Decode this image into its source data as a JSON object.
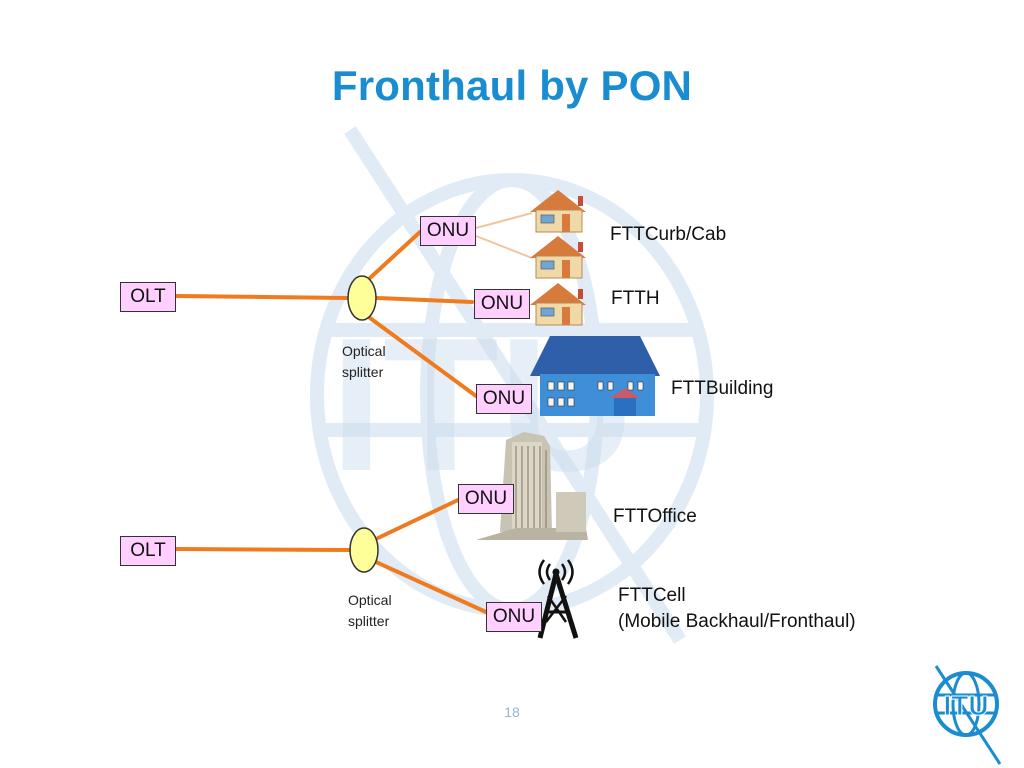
{
  "title": "Fronthaul by PON",
  "nodes": {
    "olt_top": "OLT",
    "olt_bottom": "OLT",
    "onu_curb": "ONU",
    "onu_home": "ONU",
    "onu_building": "ONU",
    "onu_office": "ONU",
    "onu_cell": "ONU"
  },
  "splitters": {
    "top": [
      "Optical",
      "splitter"
    ],
    "bottom": [
      "Optical",
      "splitter"
    ]
  },
  "labels": {
    "fttcurb": "FTTCurb/Cab",
    "ftth": "FTTH",
    "fttbuilding": "FTTBuilding",
    "fttoffice": "FTTOffice",
    "fttcell": "FTTCell",
    "fttcell_sub": "(Mobile Backhaul/Fronthaul)"
  },
  "logo": {
    "text": "ITU",
    "icon": "itu-logo-icon"
  },
  "page_number": "18",
  "colors": {
    "title": "#1a8dd0",
    "fiber": "#f07a1e",
    "onu_fill": "#ffd0ff",
    "splitter_fill": "#ffff99",
    "watermark": "#c9dcee"
  }
}
